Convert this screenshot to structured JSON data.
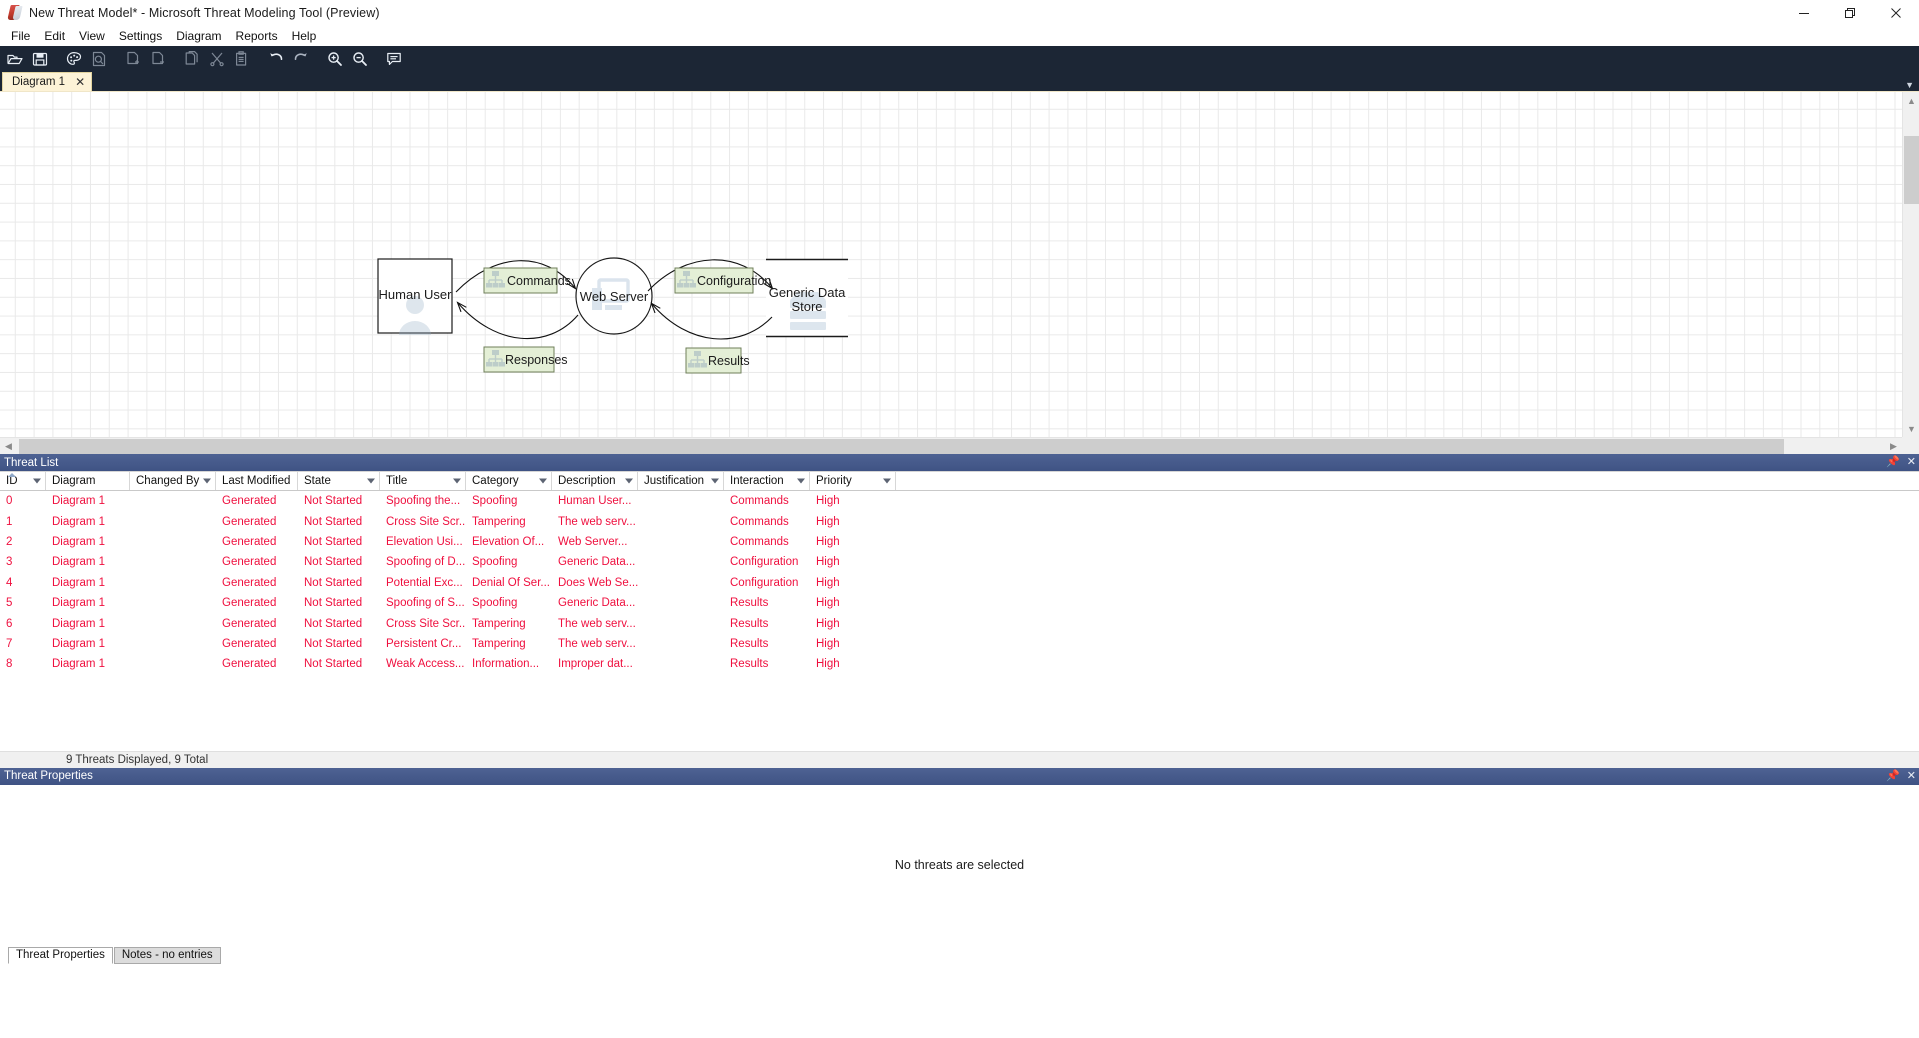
{
  "window": {
    "title": "New Threat Model* - Microsoft Threat Modeling Tool  (Preview)",
    "app_icon": "threat-modeling-tool-icon",
    "controls": {
      "minimize": "minimize-icon",
      "maximize": "restore-icon",
      "close": "close-icon"
    }
  },
  "menubar": {
    "items": [
      {
        "label": "File"
      },
      {
        "label": "Edit"
      },
      {
        "label": "View"
      },
      {
        "label": "Settings"
      },
      {
        "label": "Diagram"
      },
      {
        "label": "Reports"
      },
      {
        "label": "Help"
      }
    ]
  },
  "toolbar": {
    "buttons": [
      {
        "name": "open-folder-icon",
        "enabled": true
      },
      {
        "name": "save-icon",
        "enabled": true
      },
      {
        "name": "palette-icon",
        "enabled": true
      },
      {
        "name": "preview-report-icon",
        "enabled": false
      },
      {
        "name": "add-diagram-icon",
        "enabled": false
      },
      {
        "name": "remove-diagram-icon",
        "enabled": false
      },
      {
        "name": "copy-diagram-icon",
        "enabled": false
      },
      {
        "name": "cut-icon",
        "enabled": false
      },
      {
        "name": "paste-icon",
        "enabled": false
      },
      {
        "name": "undo-icon",
        "enabled": true
      },
      {
        "name": "redo-icon",
        "enabled": true
      },
      {
        "name": "zoom-in-icon",
        "enabled": true
      },
      {
        "name": "zoom-out-icon",
        "enabled": true
      },
      {
        "name": "add-note-icon",
        "enabled": true
      }
    ]
  },
  "tabstrip": {
    "tabs": [
      {
        "label": "Diagram 1",
        "close": "✕",
        "active": true
      }
    ],
    "overflow": "▼"
  },
  "diagram": {
    "nodes": [
      {
        "id": "human-user",
        "label": "Human User",
        "type": "external-entity",
        "icon": "person-icon"
      },
      {
        "id": "web-server",
        "label": "Web Server",
        "type": "process",
        "icon": "monitor-icon"
      },
      {
        "id": "generic-data-store",
        "label": "Generic Data\nStore",
        "label_line1": "Generic Data",
        "label_line2": "Store",
        "type": "data-store",
        "icon": "database-icon"
      }
    ],
    "flows": [
      {
        "id": "commands",
        "label": "Commands",
        "from": "human-user",
        "to": "web-server",
        "icon": "network-icon"
      },
      {
        "id": "responses",
        "label": "Responses",
        "from": "web-server",
        "to": "human-user",
        "icon": "network-icon"
      },
      {
        "id": "configuration",
        "label": "Configuration",
        "from": "web-server",
        "to": "generic-data-store",
        "icon": "network-icon"
      },
      {
        "id": "results",
        "label": "Results",
        "from": "generic-data-store",
        "to": "web-server",
        "icon": "network-icon"
      }
    ],
    "colors": {
      "flow_label_fill": "#e4efd6",
      "flow_label_stroke": "#8a9a72",
      "node_stroke": "#1b1b1b",
      "grid_line": "#e9e9e9"
    }
  },
  "threat_list": {
    "panel_title": "Threat List",
    "pin_icon": "pin-icon",
    "close_icon": "close-icon",
    "columns": [
      {
        "key": "id",
        "label": "ID",
        "width": 46,
        "filter": true,
        "sorted": "asc"
      },
      {
        "key": "diagram",
        "label": "Diagram",
        "width": 84,
        "filter": false
      },
      {
        "key": "changed_by",
        "label": "Changed By",
        "width": 86,
        "filter": true
      },
      {
        "key": "last_modified",
        "label": "Last Modified",
        "width": 82,
        "filter": false
      },
      {
        "key": "state",
        "label": "State",
        "width": 82,
        "filter": true
      },
      {
        "key": "title",
        "label": "Title",
        "width": 86,
        "filter": true
      },
      {
        "key": "category",
        "label": "Category",
        "width": 86,
        "filter": true
      },
      {
        "key": "description",
        "label": "Description",
        "width": 86,
        "filter": true
      },
      {
        "key": "justification",
        "label": "Justification",
        "width": 86,
        "filter": true
      },
      {
        "key": "interaction",
        "label": "Interaction",
        "width": 86,
        "filter": true
      },
      {
        "key": "priority",
        "label": "Priority",
        "width": 86,
        "filter": true
      }
    ],
    "rows": [
      {
        "id": "0",
        "diagram": "Diagram 1",
        "changed_by": "",
        "last_modified": "Generated",
        "state": "Not Started",
        "title": "Spoofing the...",
        "category": "Spoofing",
        "description": "Human User...",
        "justification": "",
        "interaction": "Commands",
        "priority": "High"
      },
      {
        "id": "1",
        "diagram": "Diagram 1",
        "changed_by": "",
        "last_modified": "Generated",
        "state": "Not Started",
        "title": "Cross Site Scr...",
        "category": "Tampering",
        "description": "The web serv...",
        "justification": "",
        "interaction": "Commands",
        "priority": "High"
      },
      {
        "id": "2",
        "diagram": "Diagram 1",
        "changed_by": "",
        "last_modified": "Generated",
        "state": "Not Started",
        "title": "Elevation Usi...",
        "category": "Elevation Of...",
        "description": "Web Server...",
        "justification": "",
        "interaction": "Commands",
        "priority": "High"
      },
      {
        "id": "3",
        "diagram": "Diagram 1",
        "changed_by": "",
        "last_modified": "Generated",
        "state": "Not Started",
        "title": "Spoofing of D...",
        "category": "Spoofing",
        "description": "Generic Data...",
        "justification": "",
        "interaction": "Configuration",
        "priority": "High"
      },
      {
        "id": "4",
        "diagram": "Diagram 1",
        "changed_by": "",
        "last_modified": "Generated",
        "state": "Not Started",
        "title": "Potential Exc...",
        "category": "Denial Of Ser...",
        "description": "Does Web Se...",
        "justification": "",
        "interaction": "Configuration",
        "priority": "High"
      },
      {
        "id": "5",
        "diagram": "Diagram 1",
        "changed_by": "",
        "last_modified": "Generated",
        "state": "Not Started",
        "title": "Spoofing of S...",
        "category": "Spoofing",
        "description": "Generic Data...",
        "justification": "",
        "interaction": "Results",
        "priority": "High"
      },
      {
        "id": "6",
        "diagram": "Diagram 1",
        "changed_by": "",
        "last_modified": "Generated",
        "state": "Not Started",
        "title": "Cross Site Scr...",
        "category": "Tampering",
        "description": "The web serv...",
        "justification": "",
        "interaction": "Results",
        "priority": "High"
      },
      {
        "id": "7",
        "diagram": "Diagram 1",
        "changed_by": "",
        "last_modified": "Generated",
        "state": "Not Started",
        "title": "Persistent Cr...",
        "category": "Tampering",
        "description": "The web serv...",
        "justification": "",
        "interaction": "Results",
        "priority": "High"
      },
      {
        "id": "8",
        "diagram": "Diagram 1",
        "changed_by": "",
        "last_modified": "Generated",
        "state": "Not Started",
        "title": "Weak Access...",
        "category": "Information...",
        "description": "Improper dat...",
        "justification": "",
        "interaction": "Results",
        "priority": "High"
      }
    ],
    "status": "9 Threats Displayed, 9 Total",
    "row_text_color": "#ef0f3e"
  },
  "threat_properties": {
    "panel_title": "Threat Properties",
    "pin_icon": "pin-icon",
    "close_icon": "close-icon",
    "empty_message": "No threats are selected",
    "tabs": [
      {
        "label": "Threat Properties",
        "active": true
      },
      {
        "label": "Notes - no entries",
        "active": false
      }
    ]
  }
}
